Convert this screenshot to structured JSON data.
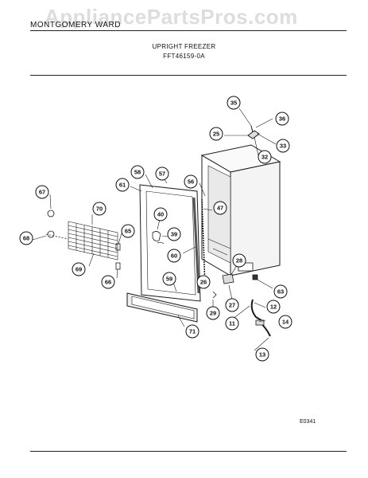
{
  "header": {
    "brand": "MONTGOMERY WARD",
    "title": "UPRIGHT FREEZER",
    "model": "FFT46159-0A",
    "watermark": "AppliancePartsPros.com"
  },
  "diagram": {
    "parts": [
      "35",
      "36",
      "25",
      "33",
      "32",
      "57",
      "58",
      "56",
      "61",
      "47",
      "67",
      "70",
      "40",
      "39",
      "65",
      "68",
      "60",
      "69",
      "28",
      "66",
      "59",
      "26",
      "63",
      "27",
      "12",
      "29",
      "11",
      "71",
      "14",
      "13"
    ]
  },
  "footer": {
    "code": "E0341"
  }
}
